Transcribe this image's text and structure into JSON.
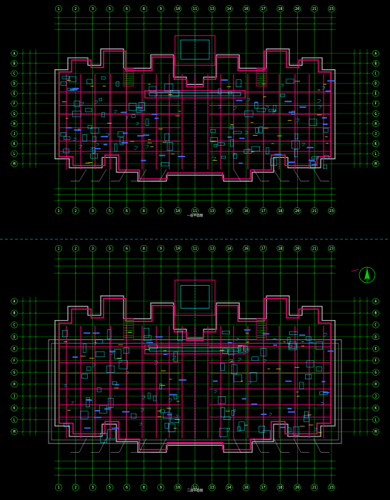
{
  "colors": {
    "background": "#000000",
    "grid": "#00d000",
    "wall": "#e6006e",
    "outline": "#c0c0c0",
    "fixture": "#00ffff",
    "window": "#3a6bff",
    "text": "#ffffff",
    "accent_yellow": "#ffe000",
    "separator": "#00a8c8"
  },
  "icons": {
    "north_arrow": "north-arrow-icon",
    "grid_bubble": "axis-circle-icon"
  },
  "plan_top": {
    "caption": "一层平面图",
    "subcaption": "",
    "column_axes": [
      "1",
      "2",
      "3",
      "5",
      "6",
      "8",
      "9",
      "10",
      "11",
      "13",
      "14",
      "16",
      "17",
      "18",
      "20",
      "21",
      "23"
    ],
    "row_axes": [
      "A",
      "B",
      "C",
      "D",
      "E",
      "F",
      "G",
      "H",
      "J",
      "K",
      "L",
      "M"
    ]
  },
  "plan_bottom": {
    "caption": "二层平面图",
    "subcaption": "",
    "column_axes": [
      "1",
      "2",
      "3",
      "5",
      "6",
      "8",
      "9",
      "10",
      "11",
      "13",
      "14",
      "16",
      "17",
      "18",
      "20",
      "21",
      "23"
    ],
    "row_axes": [
      "A",
      "B",
      "C",
      "D",
      "E",
      "F",
      "G",
      "H",
      "J",
      "K",
      "L",
      "M"
    ]
  }
}
